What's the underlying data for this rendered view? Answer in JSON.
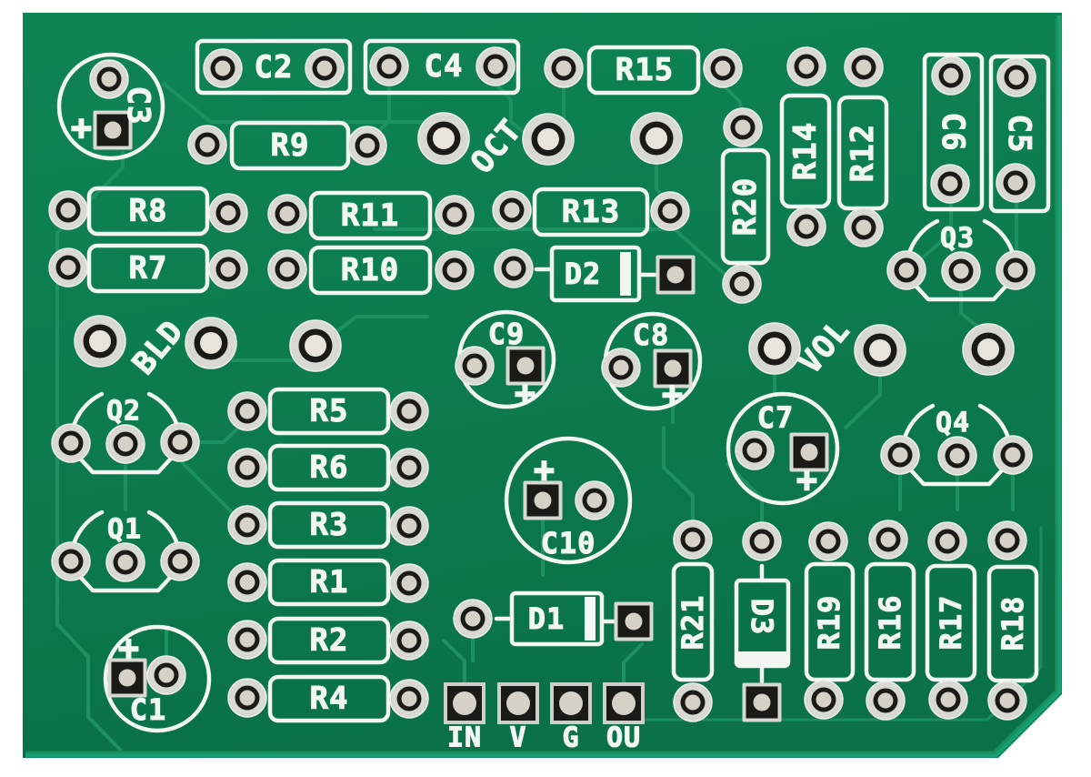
{
  "colors": {
    "background": "#ffffff",
    "board_green": "#0c7b4e",
    "board_green_light": "#0e8455",
    "board_green_dark": "#0a7148",
    "trace_green": "#1d9161",
    "board_edge": "#17a476",
    "silkscreen": "#f3f7f1",
    "pad_silver": "#d9d9d3",
    "pad_hole_dark": "#1a1a17",
    "pad_hole_light": "#d6d1c6",
    "pot_pad_center": "#e8e4db"
  },
  "labels": {
    "c1": "C1",
    "c2": "C2",
    "c3": "C3",
    "c4": "C4",
    "c5": "C5",
    "c6": "C6",
    "c7": "C7",
    "c8": "C8",
    "c9": "C9",
    "c10": "C10",
    "r1": "R1",
    "r2": "R2",
    "r3": "R3",
    "r4": "R4",
    "r5": "R5",
    "r6": "R6",
    "r7": "R7",
    "r8": "R8",
    "r9": "R9",
    "r10": "R10",
    "r11": "R11",
    "r12": "R12",
    "r13": "R13",
    "r14": "R14",
    "r15": "R15",
    "r16": "R16",
    "r17": "R17",
    "r18": "R18",
    "r19": "R19",
    "r20": "R20",
    "r21": "R21",
    "d1": "D1",
    "d2": "D2",
    "d3": "D3",
    "q1": "Q1",
    "q2": "Q2",
    "q3": "Q3",
    "q4": "Q4",
    "bld": "BLD",
    "oct": "OCT",
    "vol": "VOL",
    "in": "IN",
    "v": "V",
    "g": "G",
    "ou": "OU",
    "plus": "+"
  },
  "components": {
    "resistors": [
      "R1",
      "R2",
      "R3",
      "R4",
      "R5",
      "R6",
      "R7",
      "R8",
      "R9",
      "R10",
      "R11",
      "R12",
      "R13",
      "R14",
      "R15",
      "R16",
      "R17",
      "R18",
      "R19",
      "R20",
      "R21"
    ],
    "capacitors": [
      "C1",
      "C2",
      "C3",
      "C4",
      "C5",
      "C6",
      "C7",
      "C8",
      "C9",
      "C10"
    ],
    "diodes": [
      "D1",
      "D2",
      "D3"
    ],
    "transistors": [
      "Q1",
      "Q2",
      "Q3",
      "Q4"
    ],
    "potentiometer_labels": [
      "BLD",
      "OCT",
      "VOL"
    ],
    "connector_pins": [
      "IN",
      "V",
      "G",
      "OU"
    ],
    "polarity_marked_capacitors": [
      "C1",
      "C3",
      "C7",
      "C8",
      "C9",
      "C10"
    ]
  }
}
